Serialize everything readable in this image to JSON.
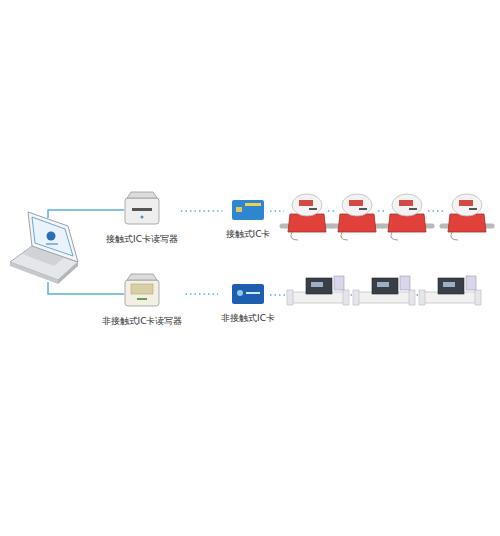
{
  "diagram": {
    "nodes": [
      {
        "text": [
          "接触式IC卡读写器"
        ]
      },
      {
        "text": [
          "接触式IC卡"
        ]
      },
      {
        "text": [
          "非接触式IC卡读写器"
        ]
      },
      {
        "text": [
          "非接触式IC卡"
        ]
      }
    ],
    "edges": [
      {
        "from": 0,
        "to": 1,
        "arrow": "none"
      },
      {
        "from": 2,
        "to": 3,
        "arrow": "none"
      }
    ]
  }
}
